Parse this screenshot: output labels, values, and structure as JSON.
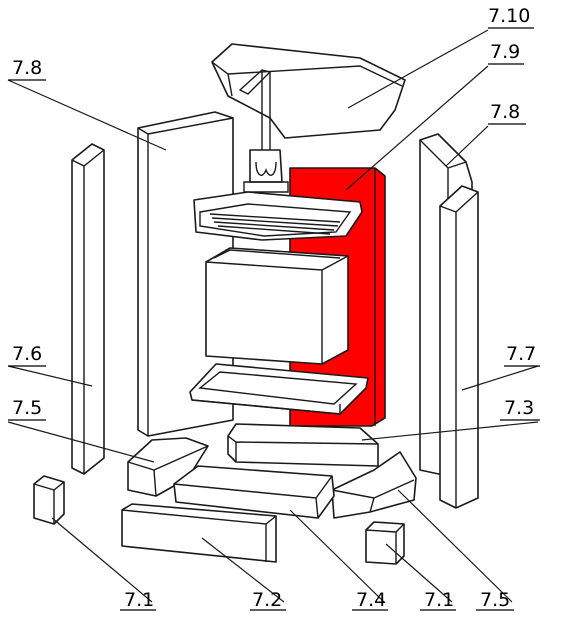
{
  "diagram": {
    "highlight_color": "#ff0000",
    "line_color": "#1a1a1a",
    "labels": {
      "p7_10": "7.10",
      "p7_9": "7.9",
      "p7_8_left": "7.8",
      "p7_8_right": "7.8",
      "p7_7": "7.7",
      "p7_6": "7.6",
      "p7_5_left": "7.5",
      "p7_5_right": "7.5",
      "p7_3": "7.3",
      "p7_1_left": "7.1",
      "p7_1_right": "7.1",
      "p7_2": "7.2",
      "p7_4": "7.4"
    }
  }
}
